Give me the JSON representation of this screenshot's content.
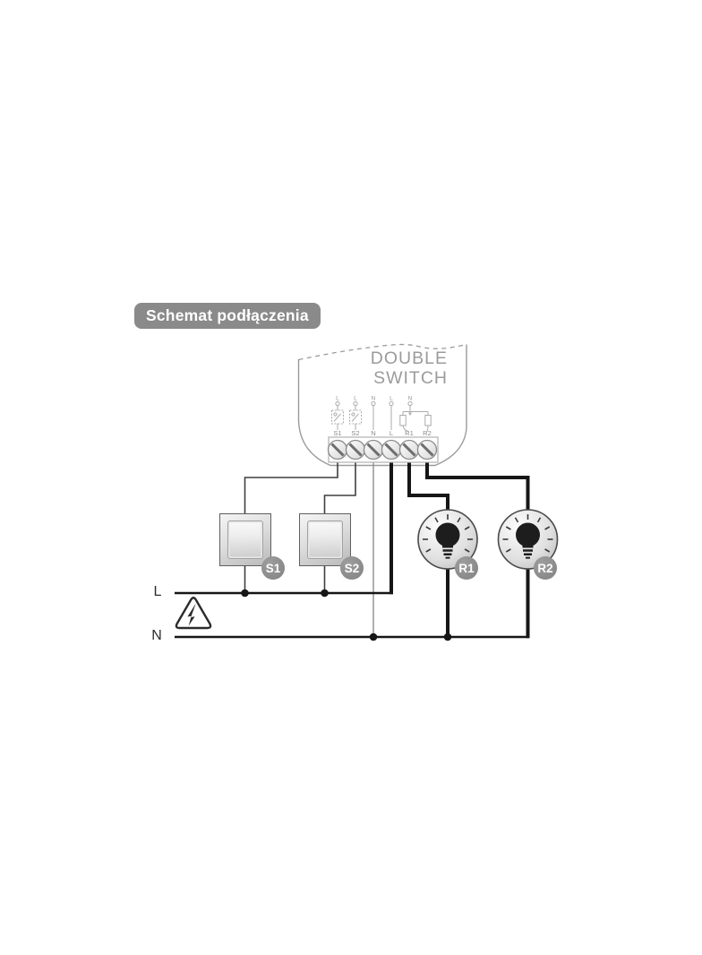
{
  "title_badge": {
    "label": "Schemat podłączenia"
  },
  "device": {
    "name_line1": "DOUBLE",
    "name_line2": "SWITCH",
    "terminals": [
      {
        "label": "S1"
      },
      {
        "label": "S2"
      },
      {
        "label": "N"
      },
      {
        "label": "L"
      },
      {
        "label": "R1"
      },
      {
        "label": "R2"
      }
    ],
    "internal_labels": [
      {
        "label": "L"
      },
      {
        "label": "L"
      },
      {
        "label": "N"
      },
      {
        "label": "L"
      },
      {
        "label": "N"
      }
    ]
  },
  "components": {
    "switches": [
      {
        "label": "S1"
      },
      {
        "label": "S2"
      }
    ],
    "lamps": [
      {
        "label": "R1"
      },
      {
        "label": "R2"
      }
    ]
  },
  "power": {
    "live_label": "L",
    "neutral_label": "N"
  },
  "icons": [
    {
      "name": "high-voltage-warning-icon",
      "meaning": "danger: mains voltage"
    },
    {
      "name": "bulb-icon",
      "meaning": "lamp load"
    },
    {
      "name": "terminal-screw",
      "meaning": "screw terminal"
    }
  ],
  "colors": {
    "title_bg": "#8a8a8a",
    "badge_bg": "#8c8c8c",
    "device_outline": "#9a9a9a",
    "internal_schematic": "#ababab",
    "wire_thick": "#161616",
    "wire_thin": "#3f3f3f",
    "wire_neutral": "#8f8f8f",
    "device_text": "#9b9b9b"
  }
}
